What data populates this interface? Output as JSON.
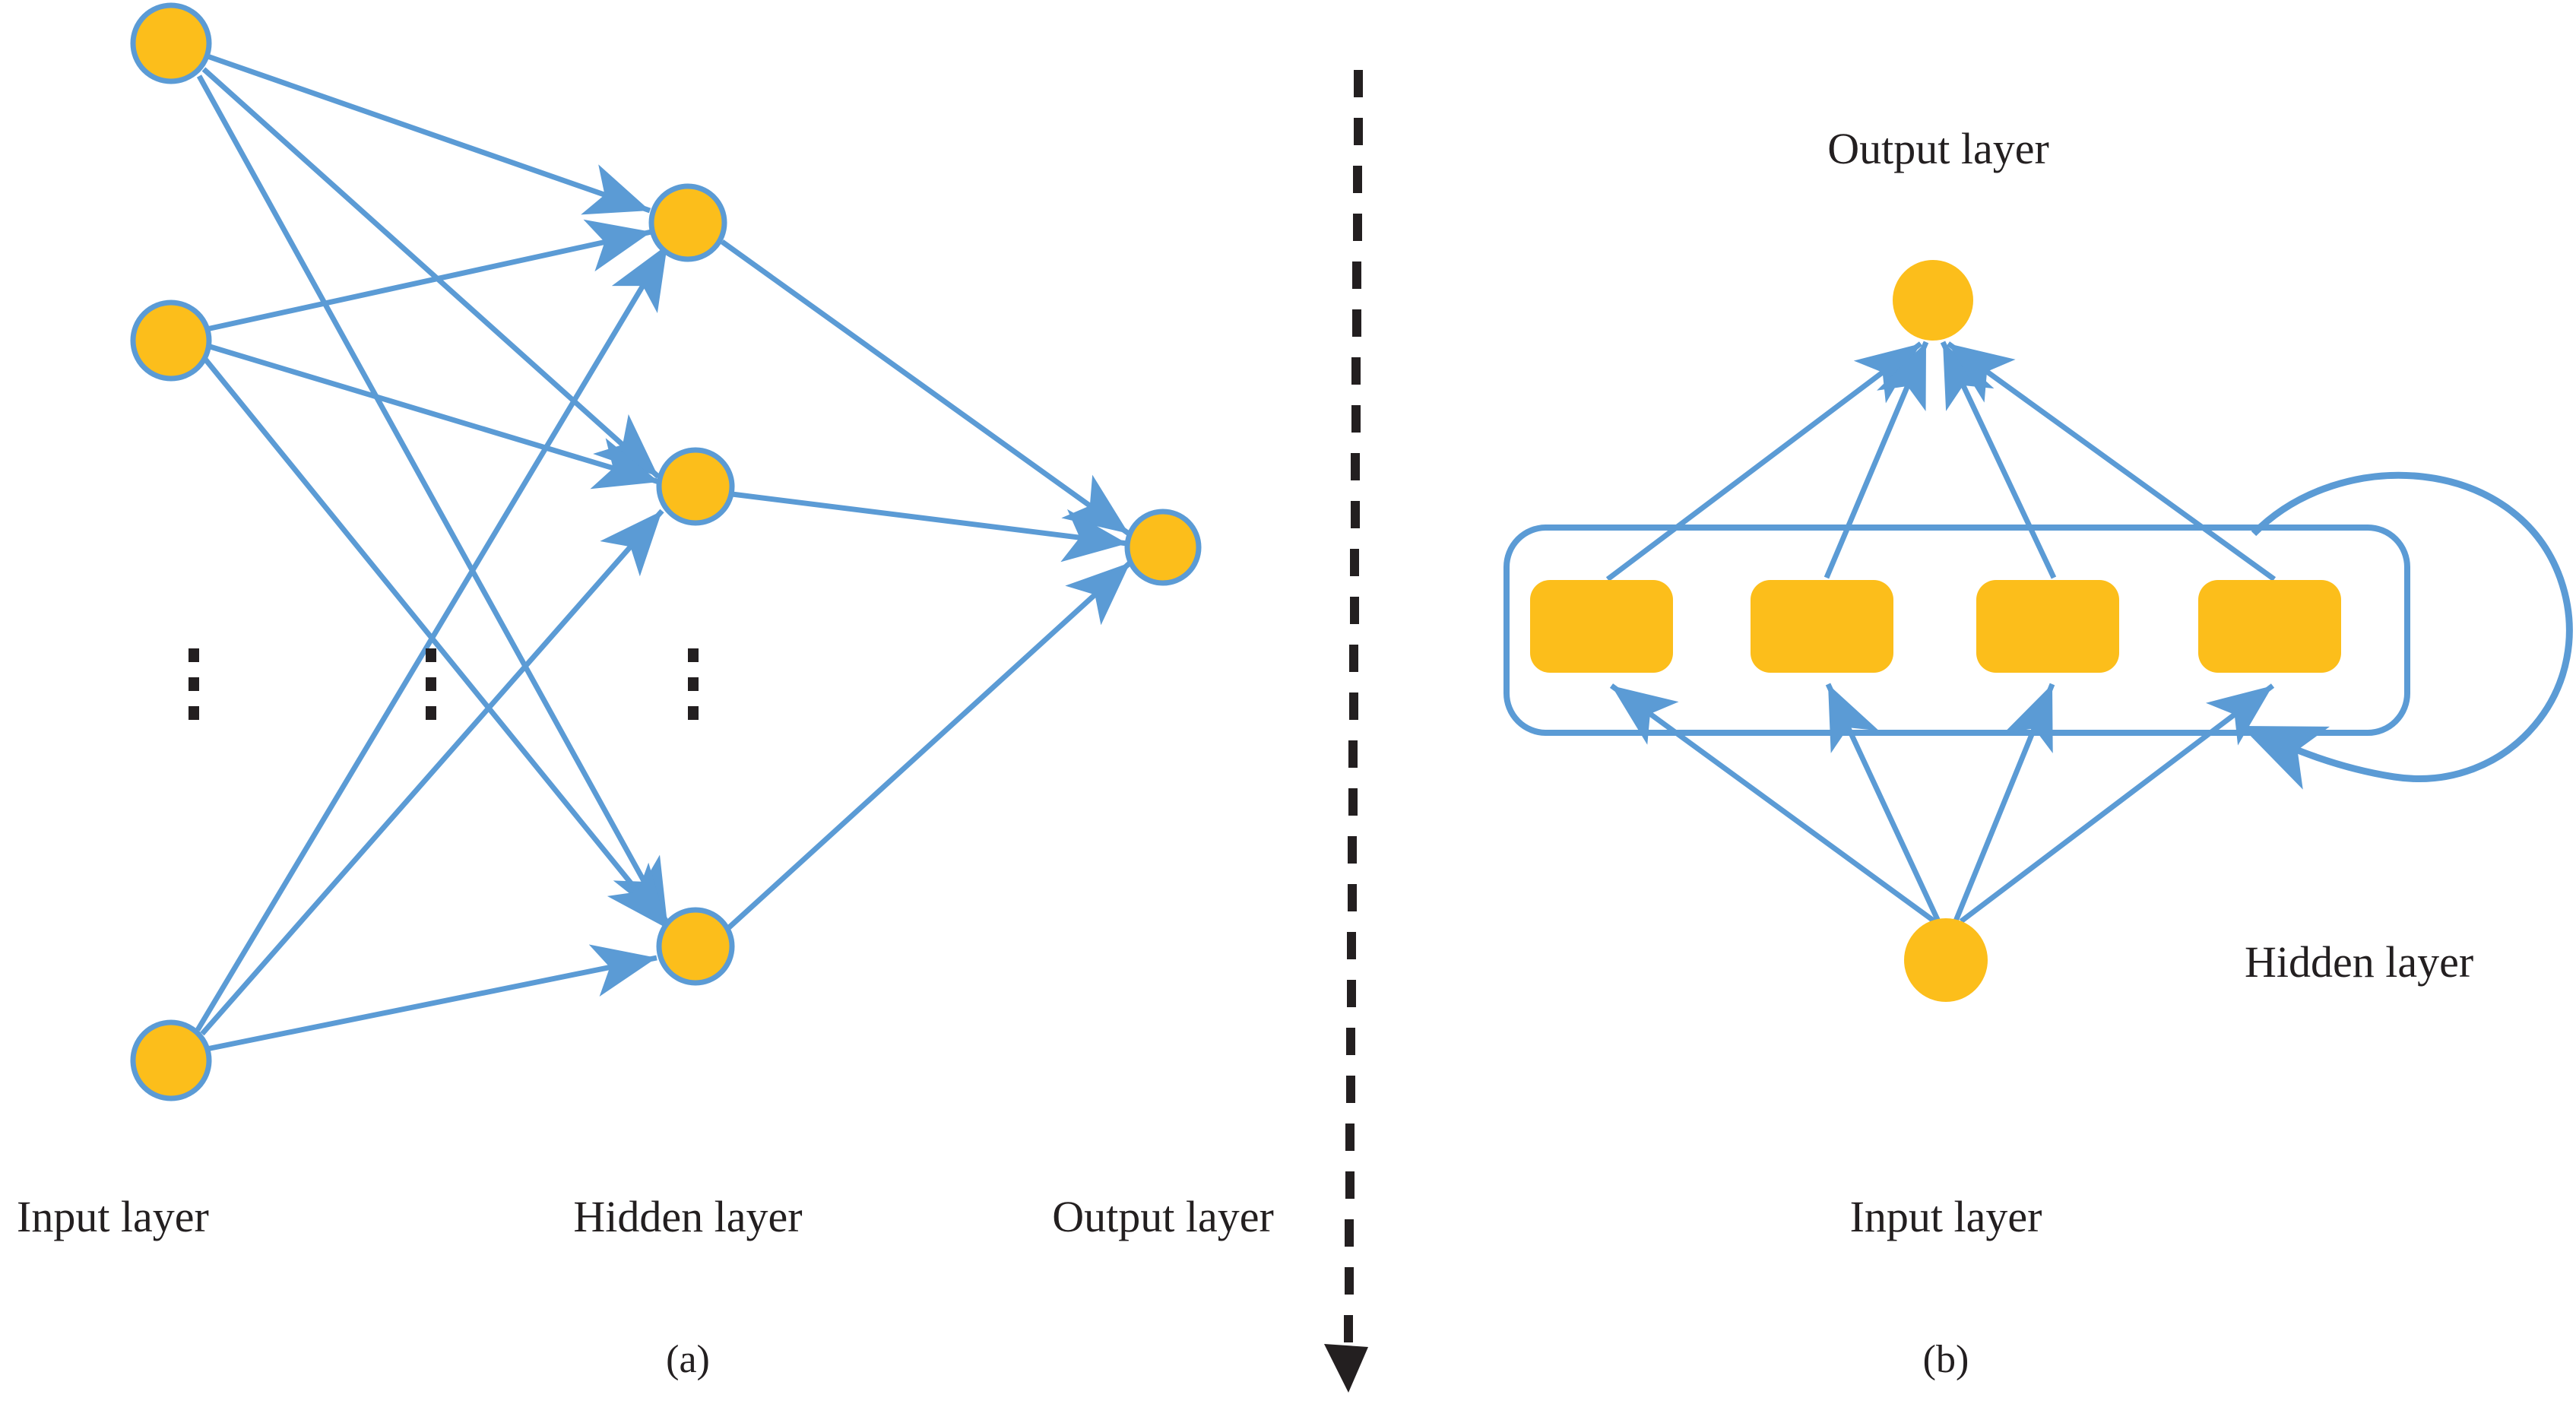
{
  "figure": {
    "title_a": "(a)",
    "title_b": "(b)",
    "colors": {
      "node_fill": "#FCBE1B",
      "edge": "#5B9BD5",
      "text": "#231F20",
      "background": "#FFFFFF"
    }
  },
  "panel_a": {
    "tag": "(a)",
    "labels": {
      "input": "Input layer",
      "hidden": "Hidden layer",
      "output": "Output layer"
    },
    "ellipsis_symbol": "⋮",
    "layers": {
      "input": {
        "name": "Input layer",
        "visible_nodes": 3,
        "implied_more": true
      },
      "hidden": {
        "name": "Hidden layer",
        "visible_nodes": 3,
        "implied_more": true
      },
      "output": {
        "name": "Output layer",
        "visible_nodes": 1,
        "implied_more": false
      }
    }
  },
  "panel_b": {
    "tag": "(b)",
    "labels": {
      "output": "Output layer",
      "hidden": "Hidden layer",
      "input": "Input layer"
    },
    "layers": {
      "input": {
        "name": "Input layer",
        "nodes": 1,
        "shape": "circle"
      },
      "hidden": {
        "name": "Hidden layer",
        "nodes": 4,
        "shape": "rounded-rect",
        "recurrent": true
      },
      "output": {
        "name": "Output layer",
        "nodes": 1,
        "shape": "circle"
      }
    }
  },
  "divider": {
    "type": "dashed-arrow",
    "direction": "downward"
  }
}
